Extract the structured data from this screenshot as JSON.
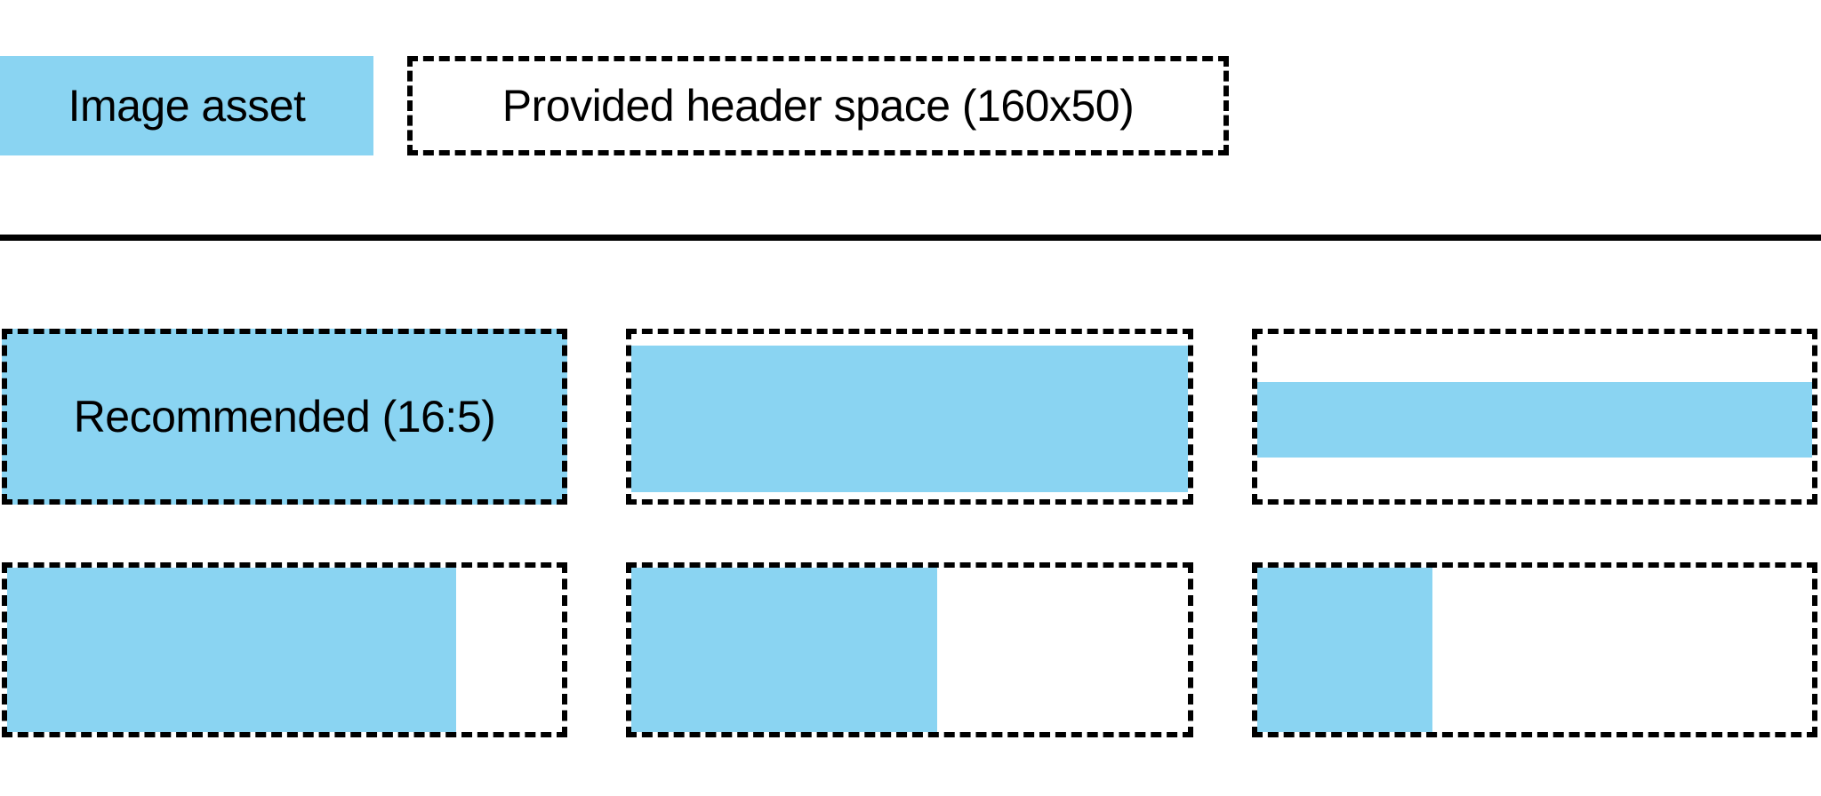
{
  "colors": {
    "asset_blue": "#8AD4F2",
    "line_black": "#000000",
    "background_white": "#FFFFFF"
  },
  "legend": {
    "image_asset_label": "Image asset",
    "swatch_style": "background:#8AD4F2",
    "header_space_label": "Provided header space (160x50)"
  },
  "divider": {
    "style": "background:#000000"
  },
  "grid": {
    "row1": [
      {
        "name": "recommended-16-5",
        "label": "Recommended (16:5)",
        "cell_style": "background:#8AD4F2",
        "fill_style": "background:#8AD4F2;left:0;top:0;width:100%;height:100%"
      },
      {
        "name": "wide-image-full-width",
        "cell_style": "background:#FFFFFF",
        "fill_style": "background:#8AD4F2;left:0;top:7%;width:100%;height:88.5%"
      },
      {
        "name": "wider-image-centered-band",
        "cell_style": "background:#FFFFFF",
        "fill_style": "background:#8AD4F2;left:0;top:29%;width:100%;height:45.5%"
      }
    ],
    "row2": [
      {
        "name": "tall-image-partial-width",
        "cell_style": "background:#FFFFFF",
        "fill_style": "background:#8AD4F2;left:0;top:0;width:81%;height:100%"
      },
      {
        "name": "taller-image-partial-width",
        "cell_style": "background:#FFFFFF",
        "fill_style": "background:#8AD4F2;left:0;top:0;width:55%;height:100%"
      },
      {
        "name": "tallest-image-partial-width",
        "cell_style": "background:#FFFFFF",
        "fill_style": "background:#8AD4F2;left:0;top:0;width:31.5%;height:100%"
      }
    ]
  }
}
